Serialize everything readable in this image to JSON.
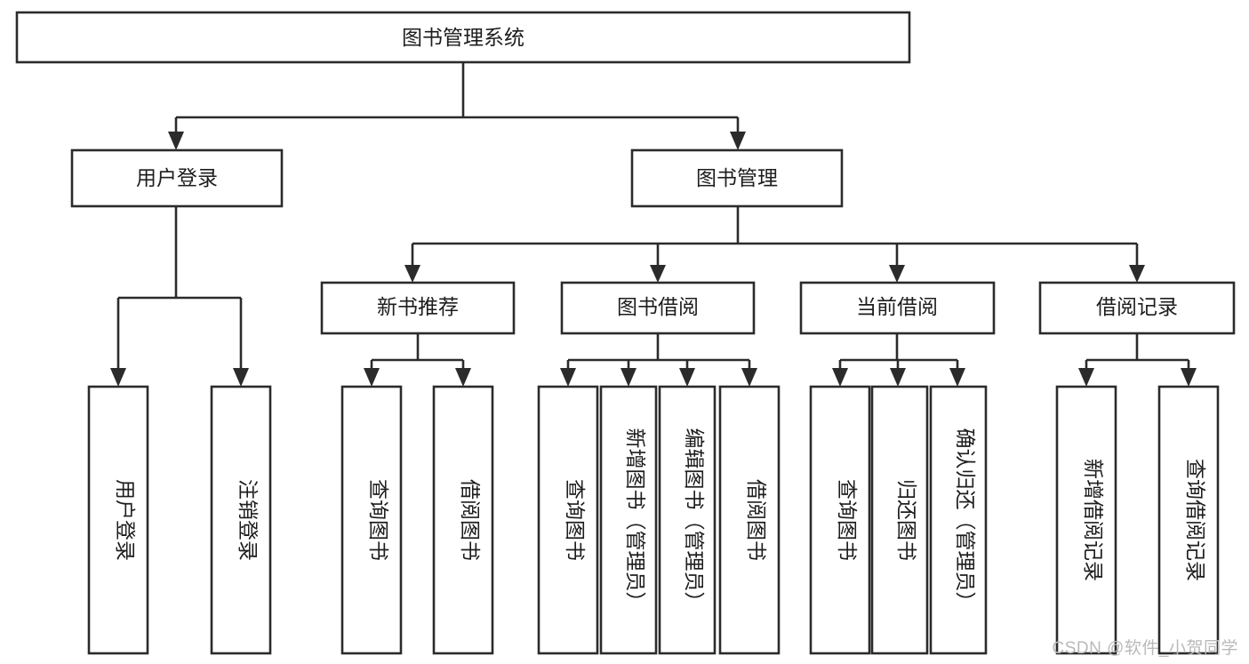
{
  "diagram": {
    "title": "图书管理系统",
    "type": "tree-hierarchy",
    "watermark": "CSDN @软件_小贺同学",
    "colors": {
      "background": "#ffffff",
      "box_stroke": "#2b2b2b",
      "box_fill": "#ffffff",
      "text": "#1d1d1d",
      "watermark": "#b9b9b9"
    },
    "nodes": {
      "root": {
        "label": "图书管理系统",
        "orientation": "horizontal"
      },
      "level2": [
        {
          "id": "user-login",
          "label": "用户登录",
          "orientation": "horizontal"
        },
        {
          "id": "book-manage",
          "label": "图书管理",
          "orientation": "horizontal"
        }
      ],
      "level3": [
        {
          "id": "new-book-recommend",
          "label": "新书推荐",
          "orientation": "horizontal"
        },
        {
          "id": "book-borrow",
          "label": "图书借阅",
          "orientation": "horizontal"
        },
        {
          "id": "current-borrow",
          "label": "当前借阅",
          "orientation": "horizontal"
        },
        {
          "id": "borrow-record",
          "label": "借阅记录",
          "orientation": "horizontal"
        }
      ],
      "leaves": {
        "user-login": [
          {
            "id": "leaf-user-login",
            "label": "用户登录",
            "orientation": "vertical"
          },
          {
            "id": "leaf-logout-login",
            "label": "注销登录",
            "orientation": "vertical"
          }
        ],
        "new-book-recommend": [
          {
            "id": "leaf-query-book-1",
            "label": "查询图书",
            "orientation": "vertical"
          },
          {
            "id": "leaf-borrow-book-1",
            "label": "借阅图书",
            "orientation": "vertical"
          }
        ],
        "book-borrow": [
          {
            "id": "leaf-query-book-2",
            "label": "查询图书",
            "orientation": "vertical"
          },
          {
            "id": "leaf-add-book",
            "label": "新增图书（管理员）",
            "orientation": "vertical"
          },
          {
            "id": "leaf-edit-book",
            "label": "编辑图书（管理员）",
            "orientation": "vertical"
          },
          {
            "id": "leaf-borrow-book-2",
            "label": "借阅图书",
            "orientation": "vertical"
          }
        ],
        "current-borrow": [
          {
            "id": "leaf-query-book-3",
            "label": "查询图书",
            "orientation": "vertical"
          },
          {
            "id": "leaf-return-book",
            "label": "归还图书",
            "orientation": "vertical"
          },
          {
            "id": "leaf-confirm-return",
            "label": "确认归还（管理员）",
            "orientation": "vertical"
          }
        ],
        "borrow-record": [
          {
            "id": "leaf-add-record",
            "label": "新增借阅记录",
            "orientation": "vertical"
          },
          {
            "id": "leaf-query-record",
            "label": "查询借阅记录",
            "orientation": "vertical"
          }
        ]
      }
    }
  }
}
